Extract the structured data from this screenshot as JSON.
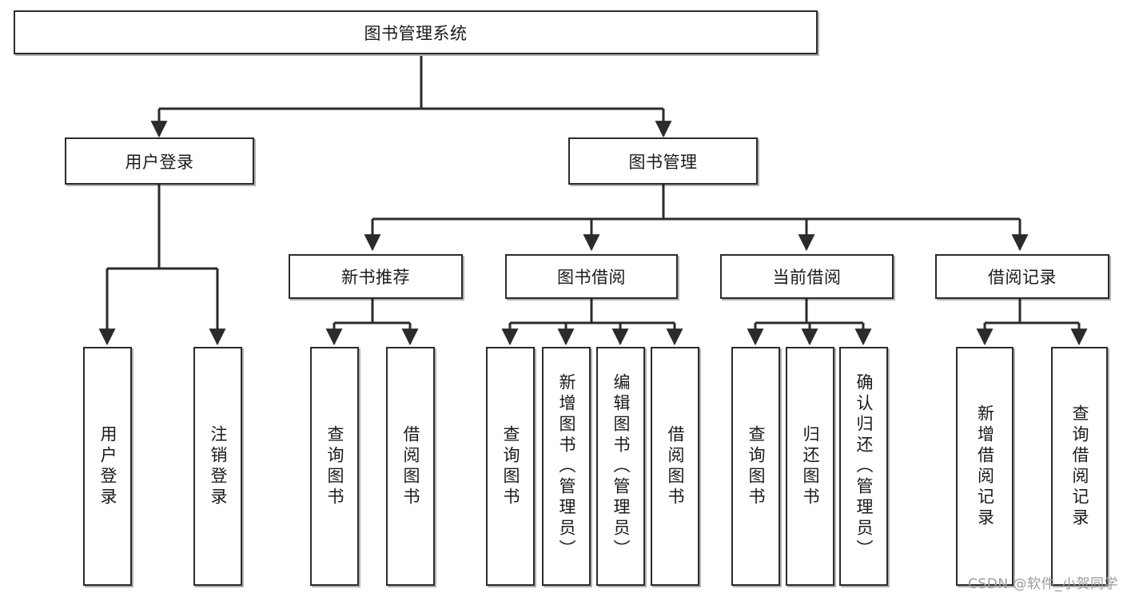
{
  "diagram": {
    "type": "tree-hierarchy-chart",
    "title": "图书管理系统",
    "watermark": "CSDN @软件_小贺同学",
    "colors": {
      "stroke": "#2b2b2b",
      "fill": "#ffffff",
      "text": "#1a1a1a",
      "watermark": "#9b9b9b"
    },
    "nodes": {
      "root": {
        "label": "图书管理系统",
        "level": 1,
        "orientation": "horizontal"
      },
      "user_login": {
        "label": "用户登录",
        "level": 2,
        "orientation": "horizontal"
      },
      "book_manage": {
        "label": "图书管理",
        "level": 2,
        "orientation": "horizontal"
      },
      "new_book_rec": {
        "label": "新书推荐",
        "level": 3,
        "orientation": "horizontal"
      },
      "book_borrow": {
        "label": "图书借阅",
        "level": 3,
        "orientation": "horizontal"
      },
      "current_borrow": {
        "label": "当前借阅",
        "level": 3,
        "orientation": "horizontal"
      },
      "borrow_record": {
        "label": "借阅记录",
        "level": 3,
        "orientation": "horizontal"
      },
      "leaf_user_login": {
        "label": "用户登录",
        "level": 4,
        "orientation": "vertical"
      },
      "leaf_logout": {
        "label": "注销登录",
        "level": 4,
        "orientation": "vertical"
      },
      "leaf_query_book_1": {
        "label": "查询图书",
        "level": 4,
        "orientation": "vertical"
      },
      "leaf_borrow_book_1": {
        "label": "借阅图书",
        "level": 4,
        "orientation": "vertical"
      },
      "leaf_query_book_2": {
        "label": "查询图书",
        "level": 4,
        "orientation": "vertical"
      },
      "leaf_add_book": {
        "label": "新增图书（管理员）",
        "level": 4,
        "orientation": "vertical"
      },
      "leaf_edit_book": {
        "label": "编辑图书（管理员）",
        "level": 4,
        "orientation": "vertical"
      },
      "leaf_borrow_book_2": {
        "label": "借阅图书",
        "level": 4,
        "orientation": "vertical"
      },
      "leaf_query_book_3": {
        "label": "查询图书",
        "level": 4,
        "orientation": "vertical"
      },
      "leaf_return_book": {
        "label": "归还图书",
        "level": 4,
        "orientation": "vertical"
      },
      "leaf_confirm_return": {
        "label": "确认归还（管理员）",
        "level": 4,
        "orientation": "vertical"
      },
      "leaf_add_record": {
        "label": "新增借阅记录",
        "level": 4,
        "orientation": "vertical"
      },
      "leaf_query_record": {
        "label": "查询借阅记录",
        "level": 4,
        "orientation": "vertical"
      }
    },
    "edges": [
      {
        "from": "root",
        "to": "user_login"
      },
      {
        "from": "root",
        "to": "book_manage"
      },
      {
        "from": "user_login",
        "to": "leaf_user_login"
      },
      {
        "from": "user_login",
        "to": "leaf_logout"
      },
      {
        "from": "book_manage",
        "to": "new_book_rec"
      },
      {
        "from": "book_manage",
        "to": "book_borrow"
      },
      {
        "from": "book_manage",
        "to": "current_borrow"
      },
      {
        "from": "book_manage",
        "to": "borrow_record"
      },
      {
        "from": "new_book_rec",
        "to": "leaf_query_book_1"
      },
      {
        "from": "new_book_rec",
        "to": "leaf_borrow_book_1"
      },
      {
        "from": "book_borrow",
        "to": "leaf_query_book_2"
      },
      {
        "from": "book_borrow",
        "to": "leaf_add_book"
      },
      {
        "from": "book_borrow",
        "to": "leaf_edit_book"
      },
      {
        "from": "book_borrow",
        "to": "leaf_borrow_book_2"
      },
      {
        "from": "current_borrow",
        "to": "leaf_query_book_3"
      },
      {
        "from": "current_borrow",
        "to": "leaf_return_book"
      },
      {
        "from": "current_borrow",
        "to": "leaf_confirm_return"
      },
      {
        "from": "borrow_record",
        "to": "leaf_add_record"
      },
      {
        "from": "borrow_record",
        "to": "leaf_query_record"
      }
    ]
  }
}
